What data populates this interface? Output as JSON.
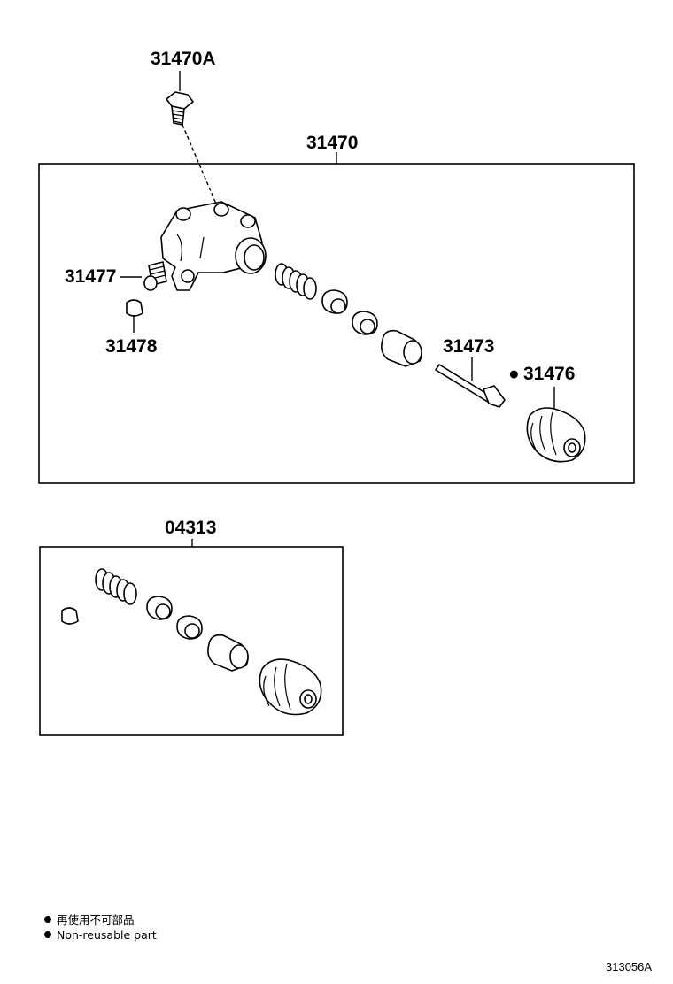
{
  "callouts": {
    "bolt": "31470A",
    "cylinder_assy": "31470",
    "bleeder_plug": "31477",
    "bleeder_cap": "31478",
    "push_rod": "31473",
    "boot": "31476",
    "kit": "04313"
  },
  "legend": {
    "japanese": "再使用不可部品",
    "english": "Non-reusable part"
  },
  "illustration_ref": "313056A",
  "non_reusable_marker": "●"
}
